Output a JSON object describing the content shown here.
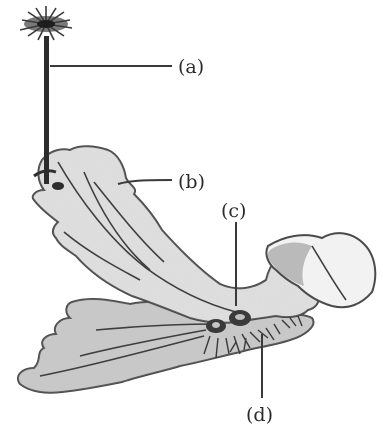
{
  "diagram": {
    "labels": {
      "a": "(a)",
      "b": "(b)",
      "c": "(c)",
      "d": "(d)"
    }
  }
}
